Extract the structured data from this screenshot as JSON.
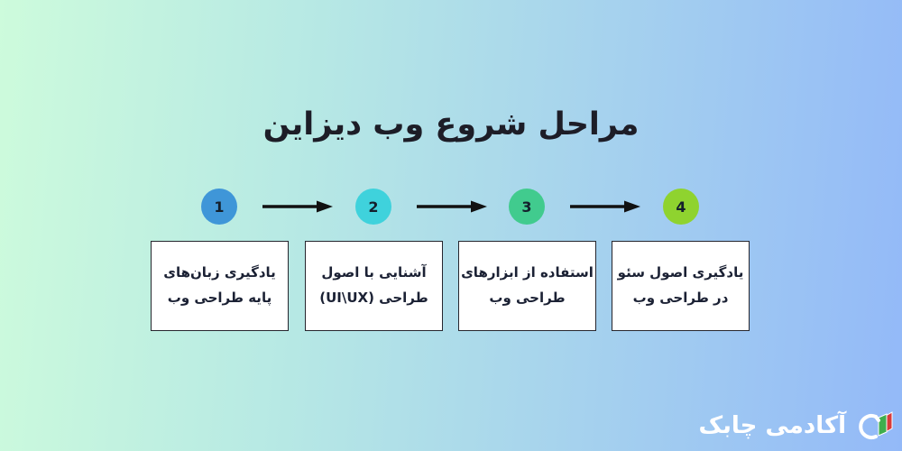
{
  "title": "مراحل شروع وب دیزاین",
  "colors": {
    "bg_left": "#cdfbdc",
    "bg_mid": "#b7e9e4",
    "bg_right": "#93b9f8",
    "step1": "#3f96d8",
    "step2": "#3fd2dc",
    "step3": "#41cb8e",
    "step4": "#8fd32f",
    "arrow": "#111111",
    "card_bg": "#ffffff",
    "card_border": "#26262e",
    "text": "#1b2134",
    "logo_text": "#ffffff",
    "logo_green": "#3fae4e",
    "logo_red": "#d93a3a"
  },
  "steps": [
    {
      "number": "1",
      "lines": [
        "یادگیری زبان‌های",
        "پایه طراحی وب"
      ]
    },
    {
      "number": "2",
      "lines": [
        "آشنایی با اصول",
        "طراحی (UI\\UX)"
      ]
    },
    {
      "number": "3",
      "lines": [
        "استفاده از ابزارهای",
        "طراحی وب"
      ]
    },
    {
      "number": "4",
      "lines": [
        "یادگیری اصول سئو",
        "در طراحی وب"
      ]
    }
  ],
  "logo": {
    "name": "آکادمی چابک"
  }
}
